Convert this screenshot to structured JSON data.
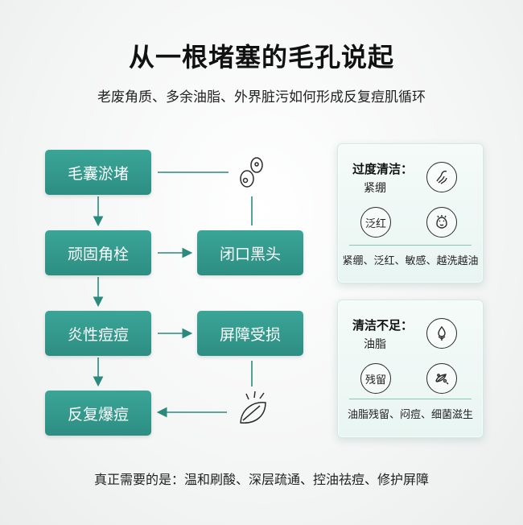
{
  "title": "从一根堵塞的毛孔说起",
  "subtitle": "老废角质、多余油脂、外界脏污如何形成反复痘肌循环",
  "flow": {
    "step1": "毛囊淤堵",
    "step2": "顽固角栓",
    "step3": "炎性痘痘",
    "step4": "反复爆痘",
    "side1": "闭口黑头",
    "side2": "屏障受损"
  },
  "cards": [
    {
      "heading": "过度清洁：",
      "sub": "紧绷",
      "circle_label": "泛红",
      "footer": "紧绷、泛红、敏感、越洗越油",
      "icons": [
        "tight-skin-icon",
        "sensitive-face-icon"
      ]
    },
    {
      "heading": "清洁不足：",
      "sub": "油脂",
      "circle_label": "残留",
      "footer": "油脂残留、闷痘、细菌滋生",
      "icons": [
        "oil-drop-icon",
        "bacteria-icon"
      ]
    }
  ],
  "footer": "真正需要的是：温和刷酸、深层疏通、控油祛痘、修护屏障",
  "colors": {
    "box": "#2f9486",
    "arrow": "#2a8a7c",
    "line": "#8cc4b9"
  }
}
